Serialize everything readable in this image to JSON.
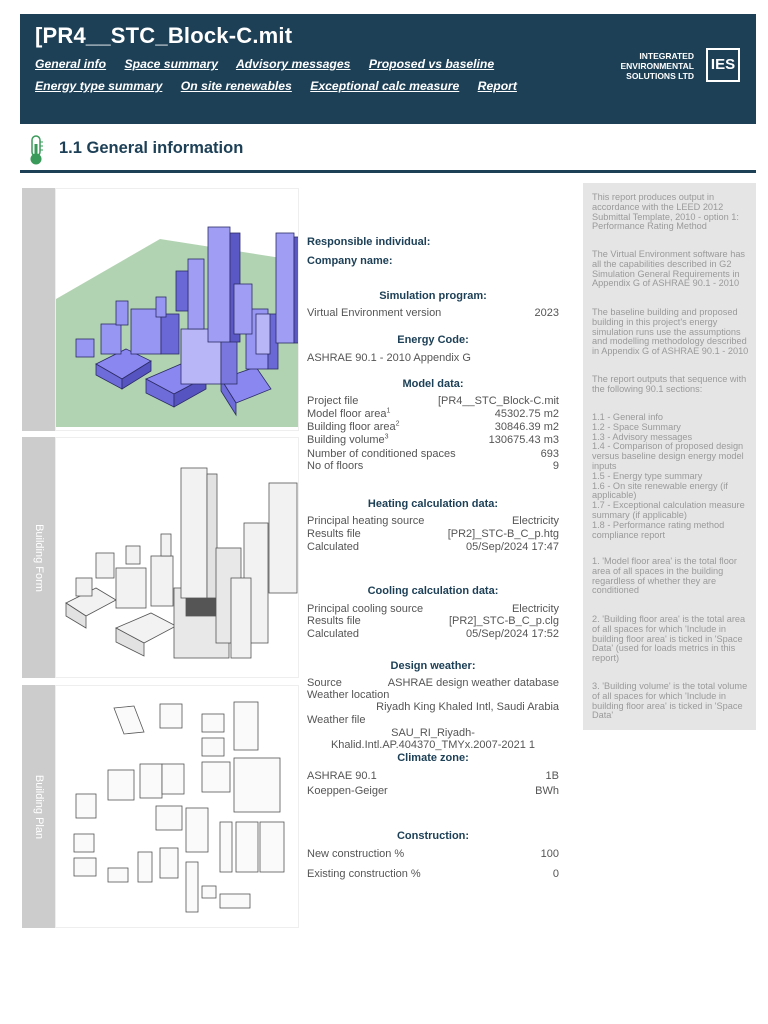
{
  "header": {
    "title": "[PR4__STC_Block-C.mit",
    "nav_row1": [
      "General info",
      "Space summary",
      "Advisory messages",
      "Proposed vs baseline"
    ],
    "nav_row2": [
      "Energy type summary",
      "On site renewables",
      "Exceptional calc measure",
      "Report"
    ],
    "brand_lines": [
      "INTEGRATED",
      "ENVIRONMENTAL",
      "SOLUTIONS LTD"
    ],
    "brand_logo": "IES"
  },
  "section": {
    "title": "1.1 General information",
    "icon": "thermometer-icon"
  },
  "sidebar": {
    "labels": [
      "",
      "Building Form",
      "Building Plan"
    ]
  },
  "images": {
    "views": [
      "3d-colour-view",
      "3d-wireframe-view",
      "plan-view"
    ]
  },
  "main": {
    "responsible_label": "Responsible individual:",
    "company_label": "Company name:",
    "simulation": {
      "heading": "Simulation program:",
      "key": "Virtual Environment version",
      "value": "2023"
    },
    "energy_code": {
      "heading": "Energy Code:",
      "value": "ASHRAE 90.1 - 2010 Appendix G"
    },
    "model_data": {
      "heading": "Model data:",
      "rows": [
        {
          "k": "Project file",
          "sup": "",
          "v": "[PR4__STC_Block-C.mit"
        },
        {
          "k": "Model floor area",
          "sup": "1",
          "v": "45302.75  m2"
        },
        {
          "k": "Building floor area",
          "sup": "2",
          "v": "30846.39  m2"
        },
        {
          "k": "Building volume",
          "sup": "3",
          "v": "130675.43  m3"
        },
        {
          "k": "Number of conditioned spaces",
          "sup": "",
          "v": "693"
        },
        {
          "k": "No of floors",
          "sup": "",
          "v": "9"
        }
      ]
    },
    "heating": {
      "heading": "Heating calculation data:",
      "rows": [
        {
          "k": "Principal heating source",
          "v": "Electricity"
        },
        {
          "k": "Results file",
          "v": "[PR2]_STC-B_C_p.htg"
        },
        {
          "k": "Calculated",
          "v": "05/Sep/2024  17:47"
        }
      ]
    },
    "cooling": {
      "heading": "Cooling calculation data:",
      "rows": [
        {
          "k": "Principal cooling source",
          "v": "Electricity"
        },
        {
          "k": "Results file",
          "v": "[PR2]_STC-B_C_p.clg"
        },
        {
          "k": "Calculated",
          "v": "05/Sep/2024  17:52"
        }
      ]
    },
    "weather": {
      "heading": "Design weather:",
      "source_label": "Source",
      "source_value": "ASHRAE design weather database",
      "location_label": "Weather location",
      "location_value": "Riyadh King Khaled Intl, Saudi Arabia",
      "file_label": "Weather file",
      "file_line1": "SAU_RI_Riyadh-",
      "file_line2": "Khalid.Intl.AP.404370_TMYx.2007-2021 1"
    },
    "climate": {
      "heading": "Climate zone:",
      "rows": [
        {
          "k": "ASHRAE 90.1",
          "v": "1B"
        },
        {
          "k": "Koeppen-Geiger",
          "v": "BWh"
        }
      ]
    },
    "construction": {
      "heading": "Construction:",
      "rows": [
        {
          "k": "New construction %",
          "v": "100"
        },
        {
          "k": "Existing construction %",
          "v": "0"
        }
      ]
    }
  },
  "notes": {
    "p1": [
      "This report produces output in",
      "accordance with the LEED 2012",
      "Submittal Template, 2010 - option 1:",
      "Performance Rating Method"
    ],
    "p2": [
      "The Virtual Environment software has",
      "all the capabilities described in G2",
      "Simulation General Requirements in",
      "Appendix G of ASHRAE 90.1 - 2010"
    ],
    "p3": [
      "The baseline building and proposed",
      "building in this project's energy",
      "simulation runs use the assumptions",
      "and modelling methodology described",
      "in Appendix G of ASHRAE 90.1 - 2010"
    ],
    "p4": [
      "The report outputs that sequence with",
      "the following 90.1 sections:"
    ],
    "p5": [
      "1.1 - General info",
      "1.2 - Space Summary",
      "1.3 - Advisory messages",
      "1.4 - Comparison of proposed design",
      "versus baseline design energy model",
      "inputs",
      "1.5 - Energy type summary",
      "1.6 - On site renewable energy (if",
      "applicable)",
      "1.7 - Exceptional calculation measure",
      "summary (if applicable)",
      "1.8 - Performance rating method",
      "compliance report"
    ],
    "p6": [
      "1. 'Model floor area' is the total floor",
      "area of all spaces in the building",
      "regardless of whether they are",
      "conditioned"
    ],
    "p7": [
      "2. 'Building floor area' is the total area",
      "of all spaces for which 'Include in",
      "building floor area' is ticked in 'Space",
      "Data' (used for loads metrics in this",
      "report)"
    ],
    "p8": [
      "3. 'Building volume' is the total volume",
      "of all spaces for which 'Include in",
      "building floor area' is ticked in 'Space",
      "Data'"
    ]
  }
}
